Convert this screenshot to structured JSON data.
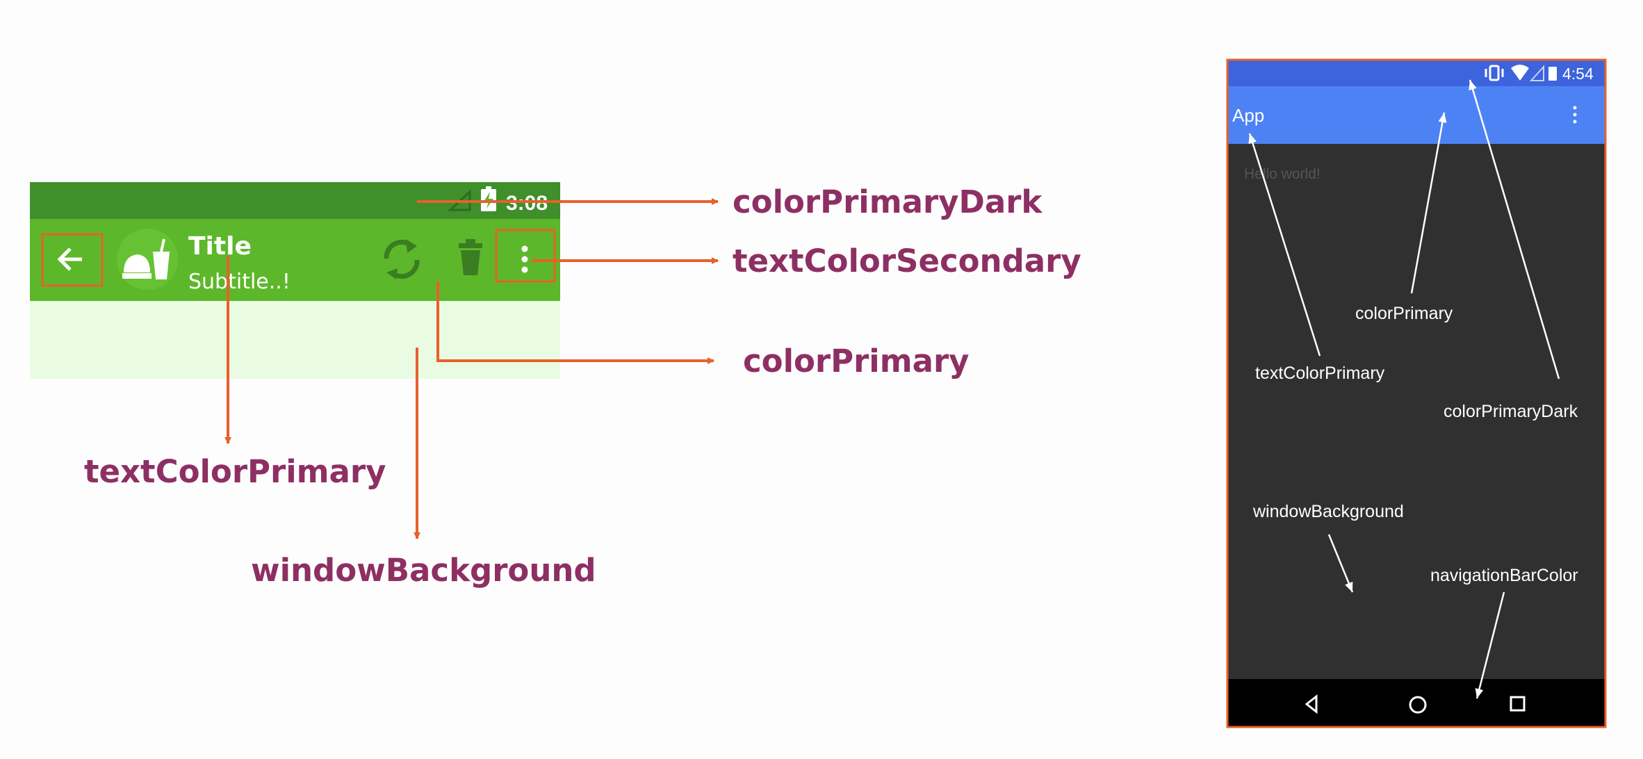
{
  "colors": {
    "label": "#8e2f63",
    "arrow": "#e8602c",
    "green_status": "#3f8f2a",
    "green_toolbar": "#5cb82a",
    "green_window": "#eafbe3",
    "blue_status": "#3d63dd",
    "blue_toolbar": "#4d82f5",
    "phone_bg": "#303030",
    "nav_bar": "#000000"
  },
  "left_screen": {
    "status_time": "3:08",
    "title": "Title",
    "subtitle": "Subtitle..!",
    "icons": [
      "back-arrow-icon",
      "burger-drink-logo-icon",
      "sync-icon",
      "trash-icon",
      "overflow-menu-icon"
    ]
  },
  "left_labels": {
    "color_primary_dark": "colorPrimaryDark",
    "text_color_secondary": "textColorSecondary",
    "color_primary": "colorPrimary",
    "text_color_primary": "textColorPrimary",
    "window_background": "windowBackground"
  },
  "phone": {
    "status_time": "4:54",
    "app_title": "App",
    "hello": "Hello world!",
    "labels": {
      "color_primary": "colorPrimary",
      "text_color_primary": "textColorPrimary",
      "color_primary_dark": "colorPrimaryDark",
      "window_background": "windowBackground",
      "navigation_bar_color": "navigationBarColor"
    },
    "status_icons": [
      "vibrate-icon",
      "wifi-icon",
      "signal-icon",
      "battery-icon"
    ],
    "nav_icons": [
      "back-triangle-icon",
      "home-circle-icon",
      "recents-square-icon"
    ]
  }
}
